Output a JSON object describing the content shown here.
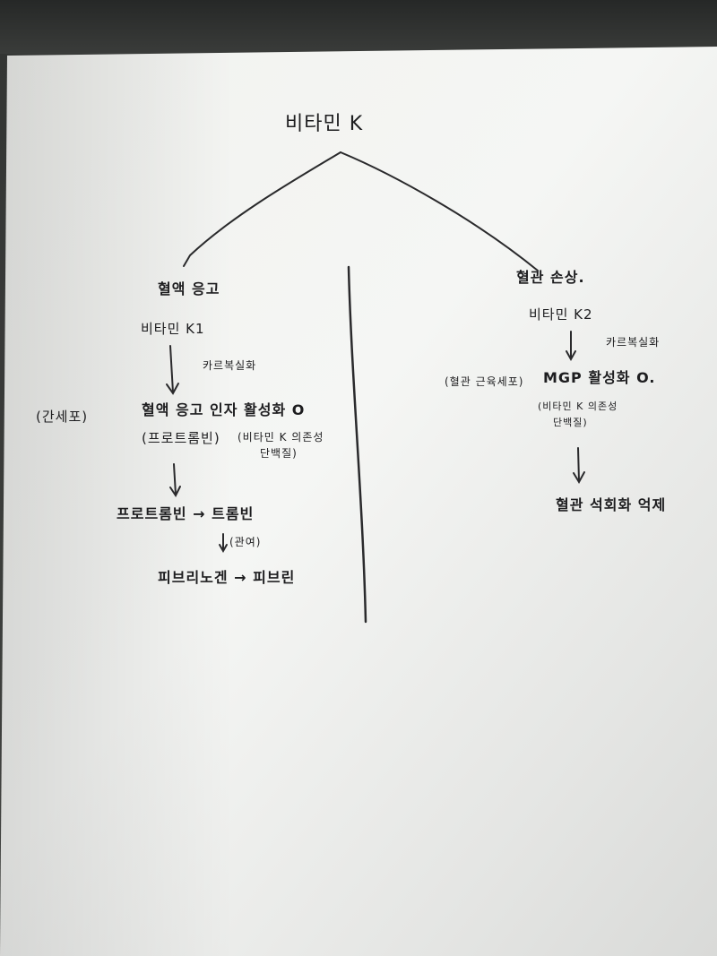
{
  "diagram": {
    "root": "비타민 K",
    "left_branch": {
      "heading": "혈액 응고",
      "subtype": "비타민 K1",
      "arrow_note": "카르복실화",
      "step_main": "혈액 응고 인자 활성화 O",
      "step_sub_left": "(프로트롬빈)",
      "step_sub_right_line1": "(비타민 K 의존성",
      "step_sub_right_line2": "단백질)",
      "side_label": "(간세포)",
      "chain_1": "프로트롬빈 → 트롬빈",
      "chain_note": "(관여)",
      "chain_2": "피브리노겐 → 피브린"
    },
    "right_branch": {
      "heading": "혈관 손상.",
      "subtype": "비타민 K2",
      "arrow_note": "카르복실화",
      "side_label": "(혈관 근육세포)",
      "step_main": "MGP 활성화 O.",
      "step_sub_line1": "(비타민 K 의존성",
      "step_sub_line2": "단백질)",
      "result": "혈관 석회화 억제"
    }
  }
}
